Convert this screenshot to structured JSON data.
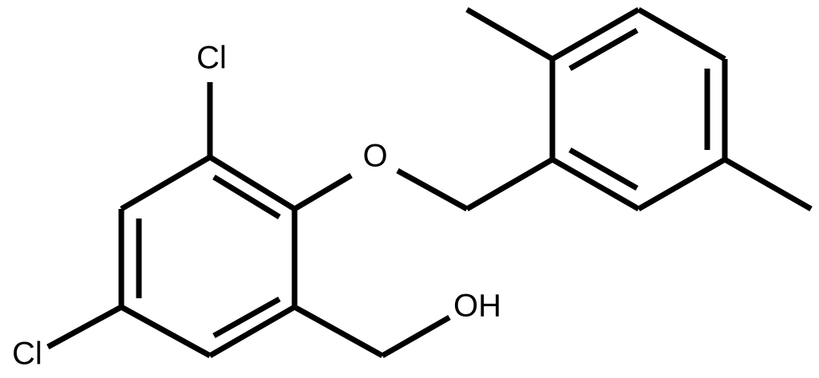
{
  "molecule": {
    "labels": {
      "cl_top": "Cl",
      "cl_bottom": "Cl",
      "oxygen": "O",
      "hydroxyl": "OH"
    },
    "colors": {
      "bond": "#000000",
      "label": "#000000",
      "background": "#ffffff"
    }
  }
}
